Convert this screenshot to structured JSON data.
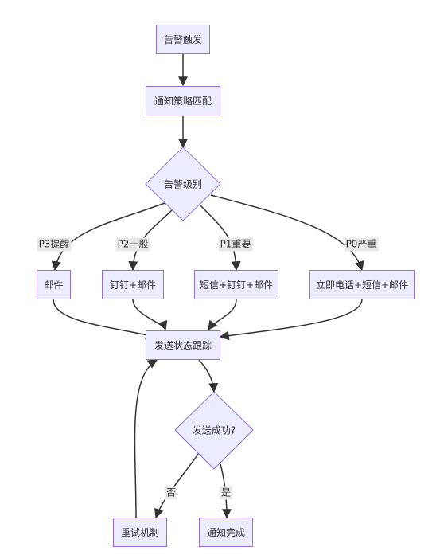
{
  "diagram": {
    "nodes": {
      "trigger": "告警触发",
      "match": "通知策略匹配",
      "level": "告警级别",
      "mail": "邮件",
      "ding_mail": "钉钉+邮件",
      "sms_ding_mail": "短信+钉钉+邮件",
      "call_sms_mail": "立即电话+短信+邮件",
      "track": "发送状态跟踪",
      "success": "发送成功?",
      "retry": "重试机制",
      "done": "通知完成"
    },
    "edge_labels": {
      "p3": "P3提醒",
      "p2": "P2一般",
      "p1": "P1重要",
      "p0": "P0严重",
      "no": "否",
      "yes": "是"
    }
  },
  "colors": {
    "node_fill": "#ECECFF",
    "node_stroke": "#9370DB",
    "edge": "#333333",
    "label_bg": "#e8e8e8"
  }
}
